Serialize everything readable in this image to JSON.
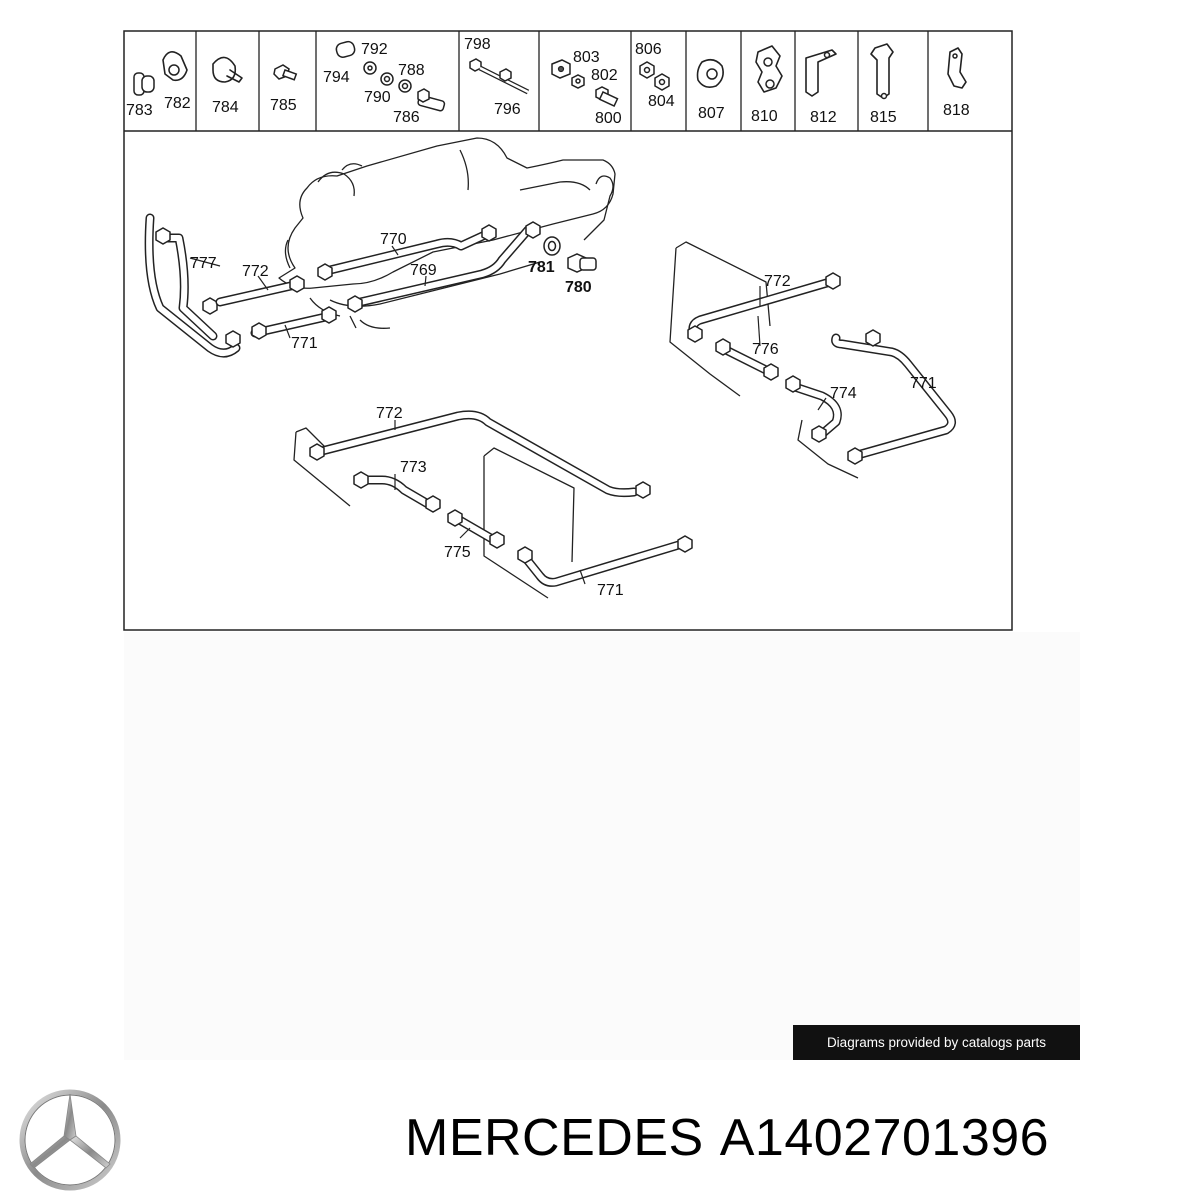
{
  "header_items": [
    {
      "id": "cell-1",
      "numbers": [
        "783",
        "782"
      ]
    },
    {
      "id": "cell-2",
      "numbers": [
        "784"
      ]
    },
    {
      "id": "cell-3",
      "numbers": [
        "785"
      ]
    },
    {
      "id": "cell-4",
      "numbers": [
        "792",
        "794",
        "788",
        "790",
        "786"
      ]
    },
    {
      "id": "cell-5",
      "numbers": [
        "798",
        "796"
      ]
    },
    {
      "id": "cell-6",
      "numbers": [
        "803",
        "802",
        "800"
      ]
    },
    {
      "id": "cell-7",
      "numbers": [
        "806",
        "804"
      ]
    },
    {
      "id": "cell-8",
      "numbers": [
        "807"
      ]
    },
    {
      "id": "cell-9",
      "numbers": [
        "810"
      ]
    },
    {
      "id": "cell-10",
      "numbers": [
        "812"
      ]
    },
    {
      "id": "cell-11",
      "numbers": [
        "815"
      ]
    },
    {
      "id": "cell-12",
      "numbers": [
        "818"
      ]
    }
  ],
  "callouts": {
    "c770": "770",
    "c769": "769",
    "c781": "781",
    "c780": "780",
    "c777": "777",
    "c772a": "772",
    "c771a": "771",
    "c772b": "772",
    "c776": "776",
    "c774": "774",
    "c771b": "771",
    "c772c": "772",
    "c773": "773",
    "c775": "775",
    "c771c": "771"
  },
  "credit": "Diagrams provided by catalogs parts",
  "brand": "MERCEDES",
  "part_number": "A1402701396",
  "colors": {
    "ink": "#222222",
    "badge": "#111111",
    "page": "#ffffff"
  }
}
